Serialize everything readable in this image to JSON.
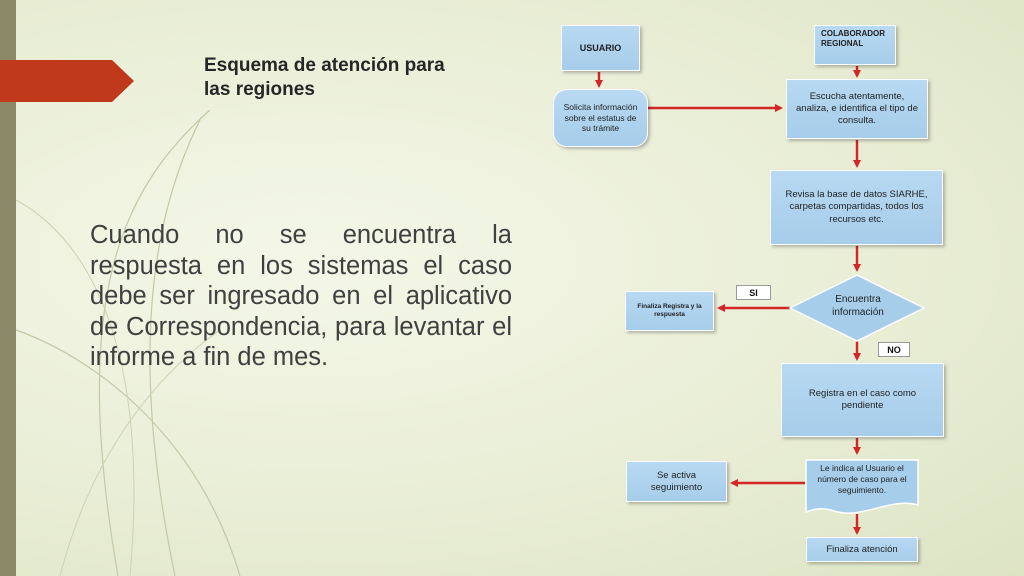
{
  "slide": {
    "title": "Esquema de atención para las regiones",
    "body": "Cuando no se encuentra la respuesta en los sistemas el caso debe ser ingresado en el aplicativo de Correspondencia, para levantar el informe a fin de mes."
  },
  "flowchart": {
    "nodes": {
      "usuario": "USUARIO",
      "colaborador": "COLABORADOR REGIONAL",
      "solicita": "Solicita información sobre el estatus de su trámite",
      "escucha": "Escucha atentamente, analiza, e identifica el tipo de consulta.",
      "revisa": "Revisa la base de datos SIARHE, carpetas compartidas, todos los recursos etc.",
      "encuentra": "Encuentra información",
      "finaliza_registra": "Finaliza Registra y la respuesta",
      "registra": "Registra en el caso como pendiente",
      "indica": "Le indica al Usuario el número de caso para el seguimiento.",
      "seguimiento": "Se activa seguimiento",
      "finaliza": "Finaliza atención"
    },
    "labels": {
      "si": "SI",
      "no": "NO"
    },
    "colors": {
      "box_fill": "#a6cdea",
      "arrow": "#d32626",
      "accent_tab": "#c0391b",
      "side_bar": "#8c8a66"
    }
  }
}
